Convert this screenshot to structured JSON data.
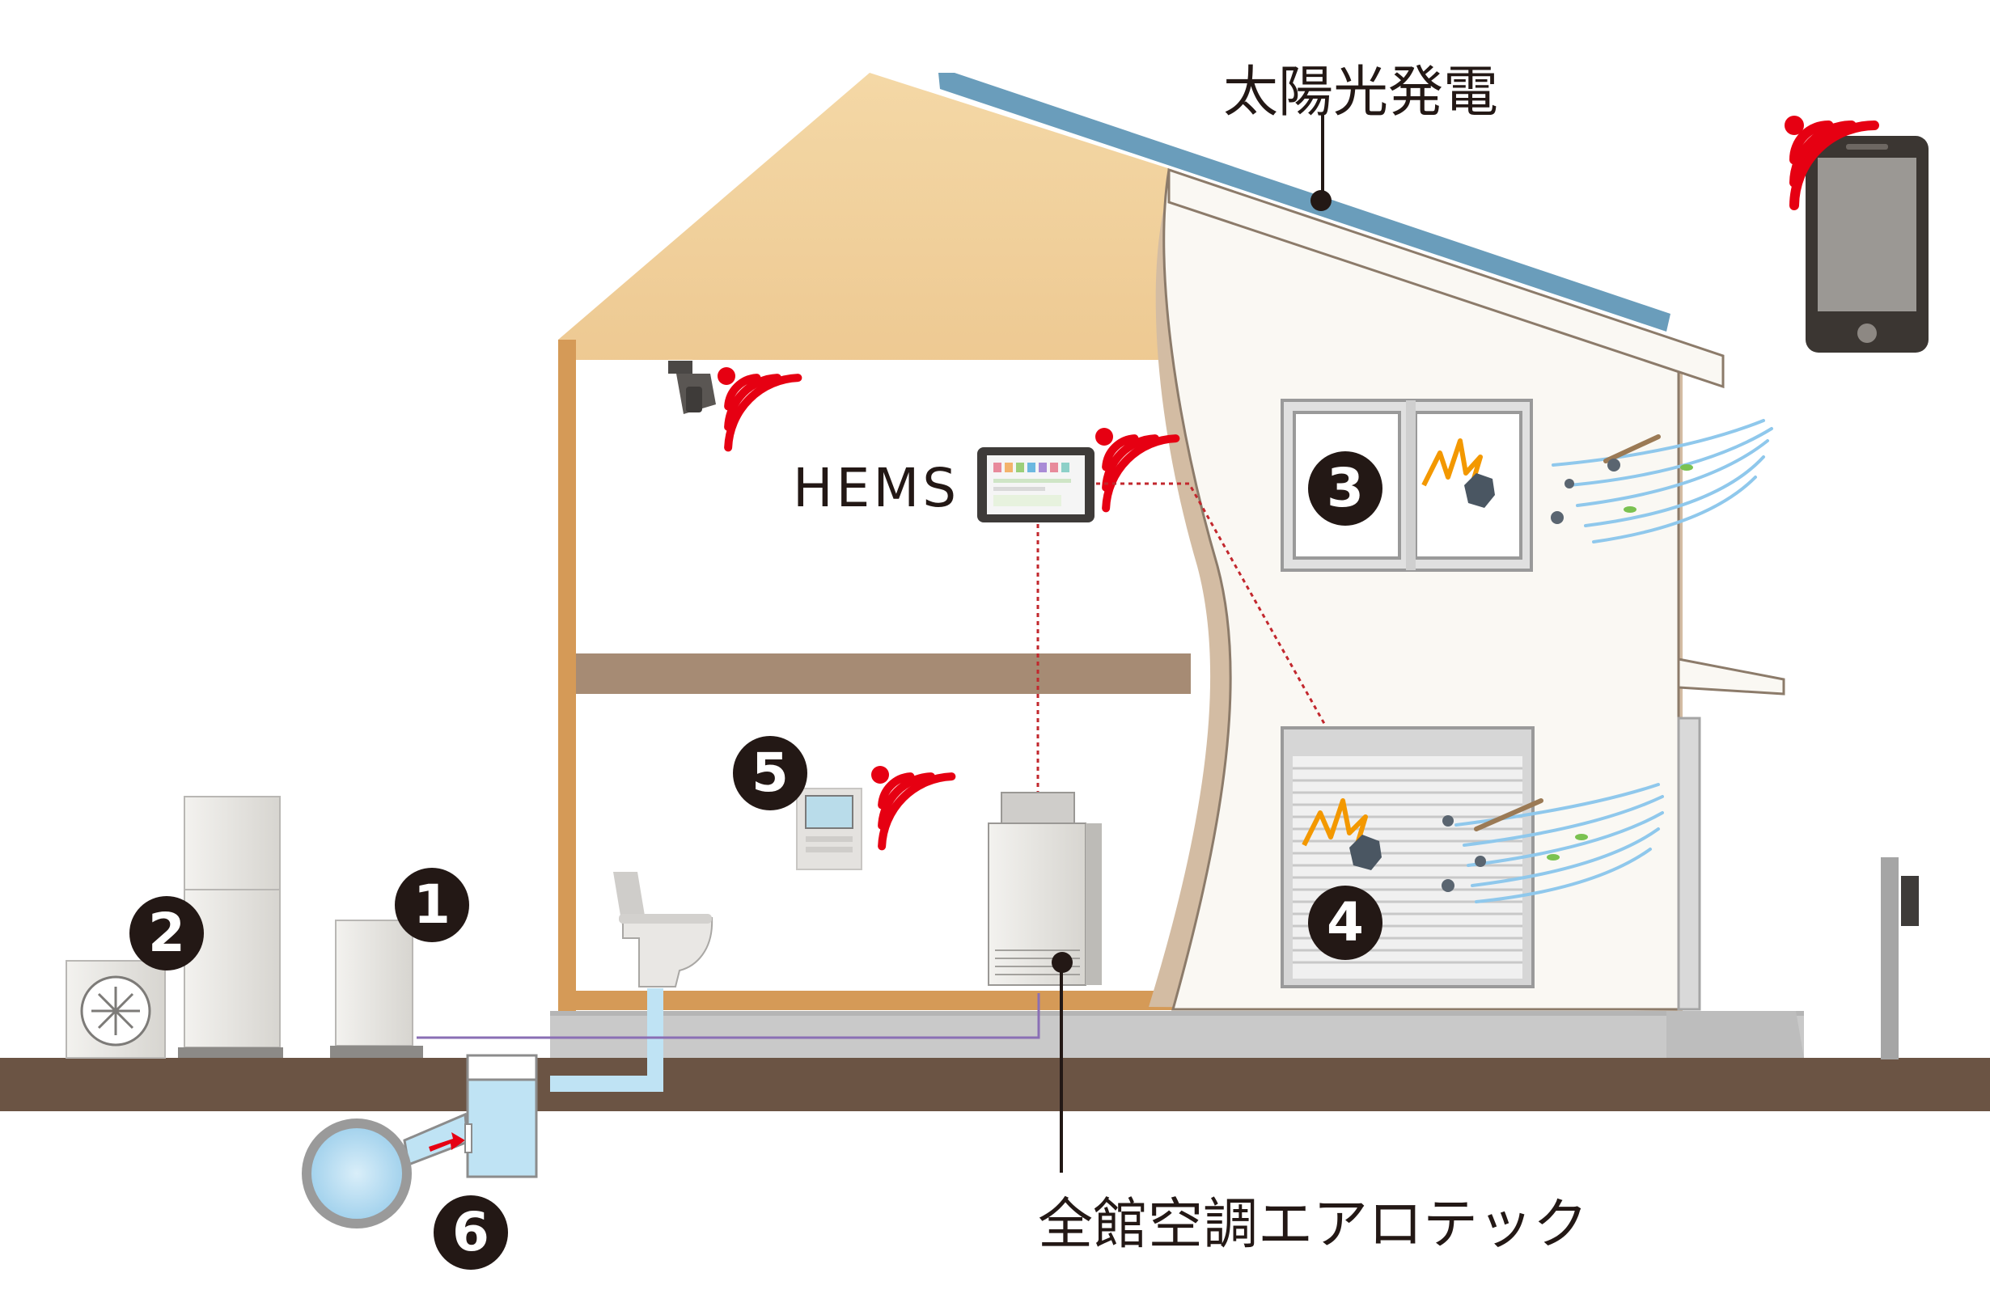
{
  "labels": {
    "solar": "太陽光発電",
    "hems": "HEMS",
    "aerotec": "全館空調エアロテック"
  },
  "markers": [
    "1",
    "2",
    "3",
    "4",
    "5",
    "6"
  ],
  "colors": {
    "ground": "#6b5444",
    "roof_tan": "#e9bd7e",
    "wall_cream": "#faf8f3",
    "beam": "#a68b74",
    "wifi_red": "#e60012",
    "solar_panel": "#6a9dbb",
    "wind_blue": "#8fc8ec",
    "water": "#bfe3f4",
    "pipe_purple": "#8a6fb5",
    "badge": "#231815"
  },
  "icons": [
    "wifi-signal-icon",
    "smartphone-icon",
    "security-camera-icon",
    "hems-tablet-icon",
    "intercom-monitor-icon",
    "toilet-icon",
    "air-conditioner-unit-icon",
    "water-heater-icon",
    "battery-unit-icon",
    "heat-pump-icon",
    "rainwater-tank-icon"
  ]
}
